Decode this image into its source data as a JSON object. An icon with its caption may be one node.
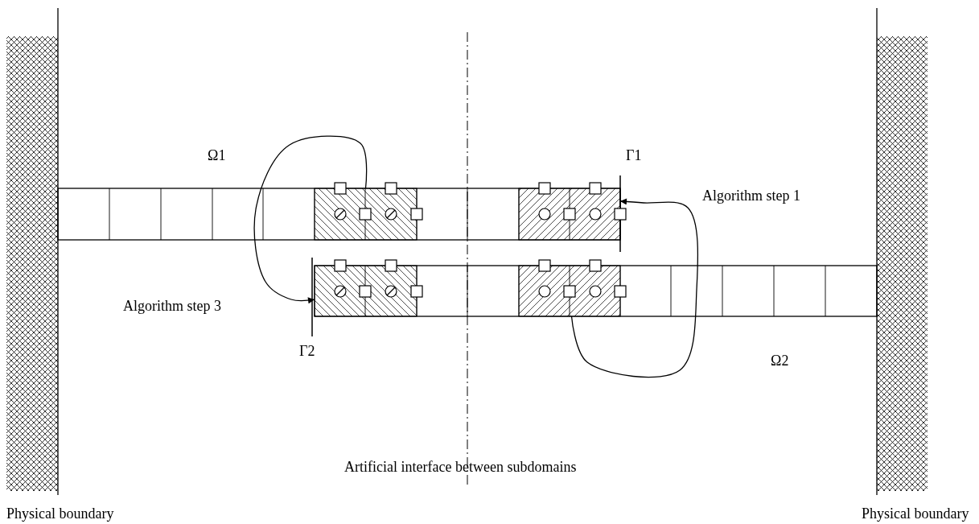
{
  "diagram": {
    "nodes": [
      {
        "text": [],
        "shape": "box"
      },
      {
        "text": [],
        "shape": "box"
      },
      {
        "text": [],
        "shape": "box"
      },
      {
        "text": [],
        "shape": "box"
      }
    ],
    "edges": [
      {
        "from": 0,
        "to": 2,
        "arrow": "to",
        "label": "Algorithm step 3"
      },
      {
        "from": 3,
        "to": 1,
        "arrow": "to",
        "label": "Algorithm step 1"
      }
    ],
    "labels": [
      "Ω1",
      "Γ1",
      "Γ2",
      "Ω2",
      "Artificial interface between subdomains",
      "Physical boundary",
      "Physical boundary"
    ]
  }
}
